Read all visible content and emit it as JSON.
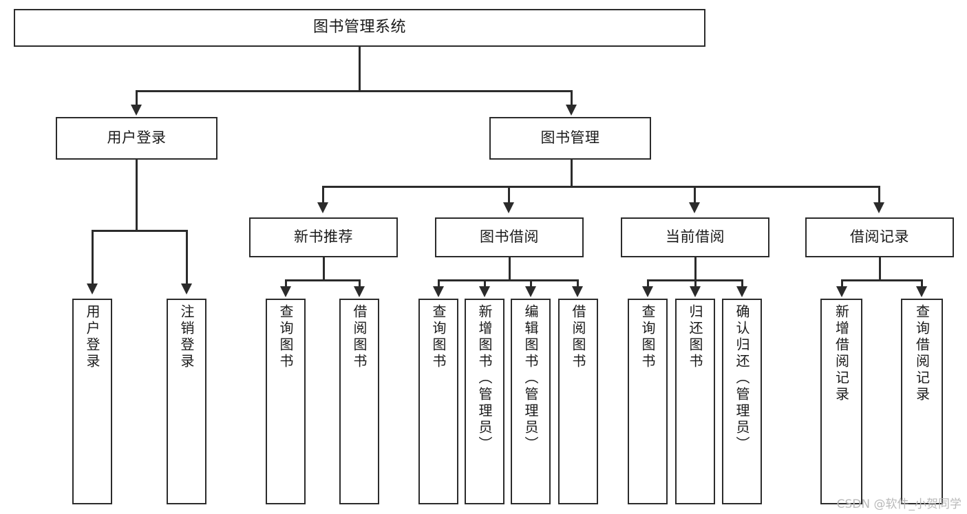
{
  "diagram": {
    "title": "图书管理系统",
    "type": "tree-hierarchy",
    "root": {
      "label": "图书管理系统"
    },
    "level2": [
      {
        "id": "user-login",
        "label": "用户登录"
      },
      {
        "id": "book-management",
        "label": "图书管理"
      }
    ],
    "level3": [
      {
        "id": "new-book-recommend",
        "label": "新书推荐"
      },
      {
        "id": "book-borrow",
        "label": "图书借阅"
      },
      {
        "id": "current-borrow",
        "label": "当前借阅"
      },
      {
        "id": "borrow-record",
        "label": "借阅记录"
      }
    ],
    "leaves": {
      "user_login": [
        {
          "id": "leaf-user-login",
          "label": "用户登录"
        },
        {
          "id": "leaf-logout-login",
          "label": "注销登录"
        }
      ],
      "new_book_recommend": [
        {
          "id": "leaf-query-book-1",
          "label": "查询图书"
        },
        {
          "id": "leaf-borrow-book-1",
          "label": "借阅图书"
        }
      ],
      "book_borrow": [
        {
          "id": "leaf-query-book-2",
          "label": "查询图书"
        },
        {
          "id": "leaf-add-book",
          "label": "新增图书（管理员）"
        },
        {
          "id": "leaf-edit-book",
          "label": "编辑图书（管理员）"
        },
        {
          "id": "leaf-borrow-book-2",
          "label": "借阅图书"
        }
      ],
      "current_borrow": [
        {
          "id": "leaf-query-book-3",
          "label": "查询图书"
        },
        {
          "id": "leaf-return-book",
          "label": "归还图书"
        },
        {
          "id": "leaf-confirm-return",
          "label": "确认归还（管理员）"
        }
      ],
      "borrow_record": [
        {
          "id": "leaf-add-record",
          "label": "新增借阅记录"
        },
        {
          "id": "leaf-query-record",
          "label": "查询借阅记录"
        }
      ]
    }
  },
  "watermark": {
    "text": "CSDN @软件_小贺同学"
  },
  "colors": {
    "stroke": "#2b2b2b",
    "fill": "#ffffff",
    "text": "#1a1a1a",
    "watermark": "#b9b9b9"
  }
}
